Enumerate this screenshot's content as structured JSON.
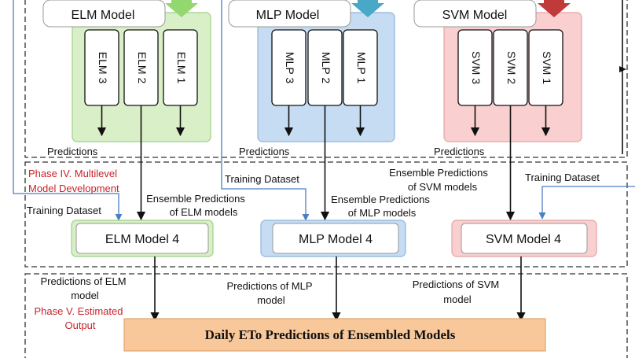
{
  "colors": {
    "elm_panel": "#d9efc8",
    "mlp_panel": "#c5dcf2",
    "svm_panel": "#f9cfcf",
    "elm_arrow": "#92d86e",
    "mlp_arrow": "#49a7c7",
    "svm_arrow": "#c0393b",
    "final_box": "#f8c89a",
    "phase_text": "#c8222b",
    "connector": "#4a7fc0"
  },
  "models": [
    {
      "title": "ELM Model",
      "subs": [
        "ELM 3",
        "ELM 2",
        "ELM 1"
      ],
      "predictions": "Predictions",
      "model4": "ELM Model 4"
    },
    {
      "title": "MLP Model",
      "subs": [
        "MLP 3",
        "MLP 2",
        "MLP 1"
      ],
      "predictions": "Predictions",
      "model4": "MLP Model 4"
    },
    {
      "title": "SVM Model",
      "subs": [
        "SVM 3",
        "SVM 2",
        "SVM 1"
      ],
      "predictions": "Predictions",
      "model4": "SVM Model 4"
    }
  ],
  "phase4": {
    "line1": "Phase IV. Multilevel",
    "line2": "Model Development"
  },
  "phase5": {
    "line1": "Phase V. Estimated",
    "line2": "Output"
  },
  "training_dataset": "Training Dataset",
  "ensemble_elm": {
    "line1": "Ensemble Predictions",
    "line2": "of ELM models"
  },
  "ensemble_mlp": {
    "line1": "Ensemble Predictions",
    "line2": "of MLP models"
  },
  "ensemble_svm": {
    "line1": "Ensemble Predictions",
    "line2": "of SVM models"
  },
  "pred_elm": {
    "line1": "Predictions of ELM",
    "line2": "model"
  },
  "pred_mlp": {
    "line1": "Predictions of MLP",
    "line2": "model"
  },
  "pred_svm": {
    "line1": "Predictions of SVM",
    "line2": "model"
  },
  "final_output": "Daily ETo Predictions of Ensembled Models"
}
